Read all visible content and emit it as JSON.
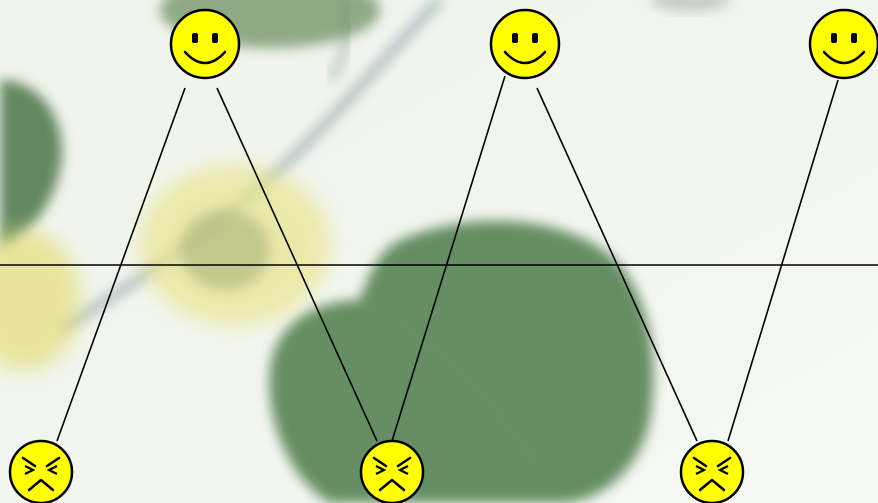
{
  "diagram": {
    "colors": {
      "background": "#f3f6ef",
      "line": "#000000",
      "face_fill": "#ffff00",
      "face_outline": "#000000",
      "leaf_dark": "#4f7a4a",
      "leaf_mid": "#6f9a62",
      "flower_yellow": "#e6e27a",
      "stem": "#8aa0a8"
    },
    "happy_faces": [
      {
        "id": "happy-1",
        "expression": "smiling-face-icon"
      },
      {
        "id": "happy-2",
        "expression": "smiling-face-icon"
      },
      {
        "id": "happy-3",
        "expression": "smiling-face-icon"
      }
    ],
    "angry_faces": [
      {
        "id": "angry-1",
        "expression": "angry-face-icon"
      },
      {
        "id": "angry-2",
        "expression": "angry-face-icon"
      },
      {
        "id": "angry-3",
        "expression": "angry-face-icon"
      }
    ],
    "connections": [
      {
        "from": "happy-1",
        "to": "angry-1"
      },
      {
        "from": "happy-1",
        "to": "angry-2"
      },
      {
        "from": "happy-2",
        "to": "angry-2"
      },
      {
        "from": "happy-2",
        "to": "angry-3"
      },
      {
        "from": "happy-3",
        "to": "angry-3"
      }
    ],
    "divider": {
      "present": true
    }
  }
}
